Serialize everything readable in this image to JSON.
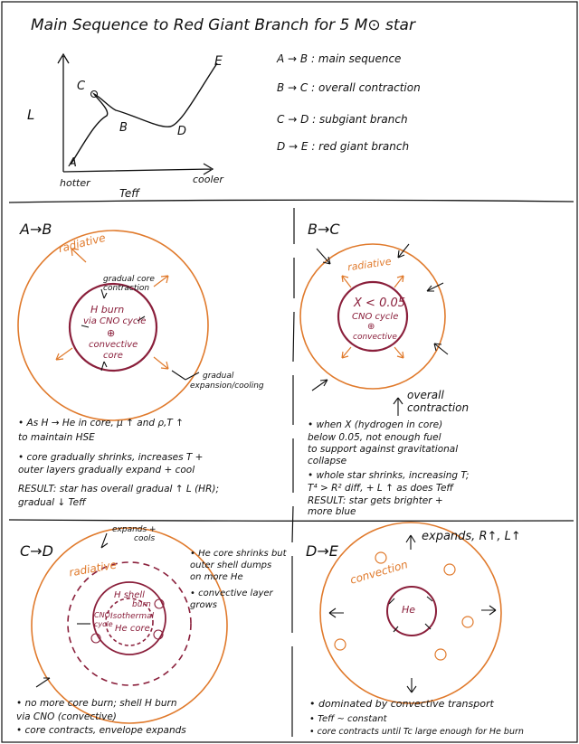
{
  "title": "Main Sequence to Red Giant Branch for 5 M⊙ star",
  "hr_diagram": {
    "y_label": "L",
    "x_label": "Teff",
    "left_end": "hotter",
    "right_end": "cooler",
    "points": {
      "a": "A",
      "b": "B",
      "c": "C",
      "d": "D",
      "e": "E"
    }
  },
  "legend": [
    "A → B : main sequence",
    "B → C : overall contraction",
    "C → D : subgiant branch",
    "D → E : red giant branch"
  ],
  "panel_ab": {
    "title": "A→B",
    "shell_label": "radiative",
    "contraction_label": "gradual core contraction",
    "core_lines": [
      "H burn",
      "via CNO cycle",
      "⊕",
      "convective",
      "core"
    ],
    "expansion_label": [
      "gradual",
      "expansion/cooling"
    ],
    "notes": [
      "• As  H → He  in core, μ ↑ and ρ,T ↑",
      "  to maintain HSE",
      "• core gradually shrinks, increases T +",
      "  outer layers gradually expand + cool",
      "RESULT: star has overall gradual ↑ L (HR);",
      "            gradual ↓ Teff"
    ]
  },
  "panel_bc": {
    "title": "B→C",
    "shell_label": "radiative",
    "core_lines": [
      "X < 0.05",
      "CNO cycle",
      "⊕",
      "convective"
    ],
    "contraction_label": [
      "overall",
      "contraction"
    ],
    "notes": [
      "• when X (hydrogen in core)",
      "below 0.05, not enough fuel",
      "to support against gravitational",
      "collapse",
      "• whole star shrinks, increasing T;",
      "  T⁴ > R² diff, + L ↑ as does Teff",
      "RESULT: star gets brighter +",
      "              more blue"
    ]
  },
  "panel_cd": {
    "title": "C→D",
    "shell_label": "radiative",
    "expand_label": [
      "expands +",
      "cools"
    ],
    "shell_burn": [
      "H shell",
      "burn"
    ],
    "cno_label": [
      "CNO",
      "cycle"
    ],
    "core_lines": [
      "Isothermal",
      "He core"
    ],
    "side_notes": [
      "• He core shrinks but",
      "  outer shell dumps",
      "  on more He",
      "• convective layer",
      "  grows"
    ],
    "notes": [
      "• no more core burn; shell H burn",
      "  via CNO (convective)",
      "• core contracts, envelope expands"
    ]
  },
  "panel_de": {
    "title": "D→E",
    "expand_label": "expands, R↑, L↑",
    "shell_label": "convection",
    "core_label": "He",
    "notes": [
      "• dominated by convective transport",
      "• Teff ~ constant",
      "• core contracts until Tc large enough for He burn"
    ]
  },
  "colors": {
    "ink": "#111111",
    "outer_shell": "#e07a2c",
    "inner_core": "#8a1f3b"
  }
}
